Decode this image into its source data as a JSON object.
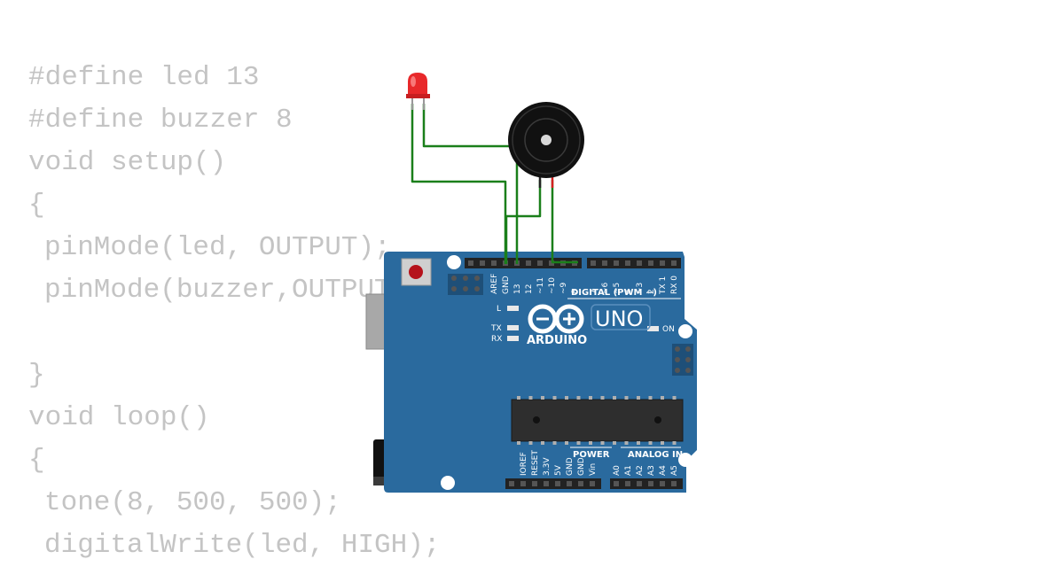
{
  "code": {
    "lines": [
      {
        "text": "#define led 13",
        "indent": false
      },
      {
        "text": "#define buzzer 8",
        "indent": false
      },
      {
        "text": "void setup()",
        "indent": false
      },
      {
        "text": "{",
        "indent": false
      },
      {
        "text": "pinMode(led, OUTPUT);",
        "indent": true
      },
      {
        "text": "pinMode(buzzer,OUTPUT);",
        "indent": true
      },
      {
        "text": "",
        "indent": false
      },
      {
        "text": "}",
        "indent": false
      },
      {
        "text": "void loop()",
        "indent": false
      },
      {
        "text": "{",
        "indent": false
      },
      {
        "text": "tone(8, 500, 500);",
        "indent": true
      },
      {
        "text": "digitalWrite(led, HIGH);",
        "indent": true
      }
    ]
  },
  "board": {
    "brand": "ARDUINO",
    "model": "UNO",
    "digital_header_label": "DIGITAL (PWM ~)",
    "power_label": "POWER",
    "analog_label": "ANALOG IN",
    "on_label": "ON",
    "led_l_label": "L",
    "tx_label": "TX",
    "rx_label": "RX",
    "digital_pins": [
      "AREF",
      "GND",
      "13",
      "12",
      "~11",
      "~10",
      "~9",
      "8",
      "7",
      "~6",
      "~5",
      "4",
      "~3",
      "2",
      "TX 1",
      "RX 0"
    ],
    "power_pins": [
      "IOREF",
      "RESET",
      "3.3V",
      "5V",
      "GND",
      "GND",
      "Vin"
    ],
    "analog_pins": [
      "A0",
      "A1",
      "A2",
      "A3",
      "A4",
      "A5"
    ],
    "color": "#2a6a9e"
  },
  "wire_color": "#1a7f1a",
  "led_color": "#e8282a"
}
